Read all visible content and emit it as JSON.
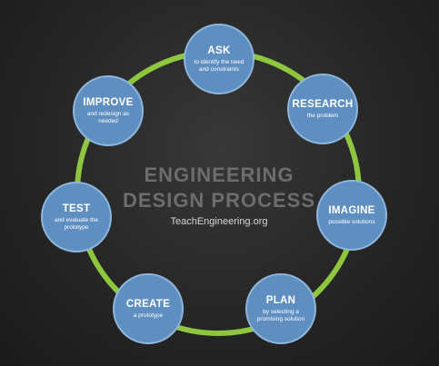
{
  "center": {
    "title_line1": "ENGINEERING",
    "title_line2": "DESIGN PROCESS",
    "source": "TeachEngineering.org"
  },
  "steps": [
    {
      "title": "ASK",
      "desc": "to identify the need and constraints"
    },
    {
      "title": "RESEARCH",
      "desc": "the problem"
    },
    {
      "title": "IMAGINE",
      "desc": "possible solutions"
    },
    {
      "title": "PLAN",
      "desc": "by selecting a promising solution"
    },
    {
      "title": "CREATE",
      "desc": "a prototype"
    },
    {
      "title": "TEST",
      "desc": "and evaluate the prototype"
    },
    {
      "title": "IMPROVE",
      "desc": "and redesign as needed"
    }
  ],
  "colors": {
    "ring": "#8fc640",
    "node_fill": "#5f8fc0",
    "node_border": "#8fb6dc",
    "background": "#262626"
  }
}
